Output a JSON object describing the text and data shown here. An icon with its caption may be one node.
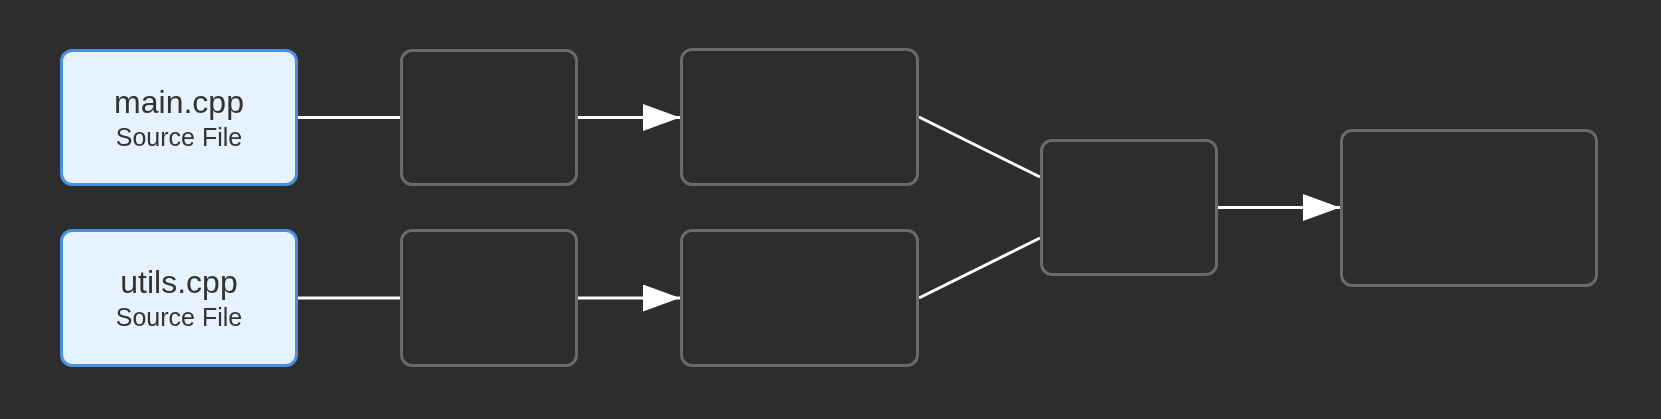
{
  "diagram": {
    "nodes": [
      {
        "text": [
          "main.cpp",
          "Source File"
        ]
      },
      {
        "text": [
          "utils.cpp",
          "Source File"
        ]
      },
      {
        "text": [],
        "shape": "box"
      },
      {
        "text": [],
        "shape": "box"
      },
      {
        "text": [],
        "shape": "box"
      },
      {
        "text": [],
        "shape": "box"
      },
      {
        "text": [],
        "shape": "box"
      },
      {
        "text": [],
        "shape": "box"
      }
    ],
    "edges": [
      {
        "from": 0,
        "to": 2,
        "arrow": "none"
      },
      {
        "from": 1,
        "to": 3,
        "arrow": "none"
      },
      {
        "from": 2,
        "to": 4,
        "arrow": "to"
      },
      {
        "from": 3,
        "to": 5,
        "arrow": "to"
      },
      {
        "from": 4,
        "to": 6,
        "arrow": "none"
      },
      {
        "from": 5,
        "to": 6,
        "arrow": "none"
      },
      {
        "from": 6,
        "to": 7,
        "arrow": "to"
      }
    ]
  }
}
